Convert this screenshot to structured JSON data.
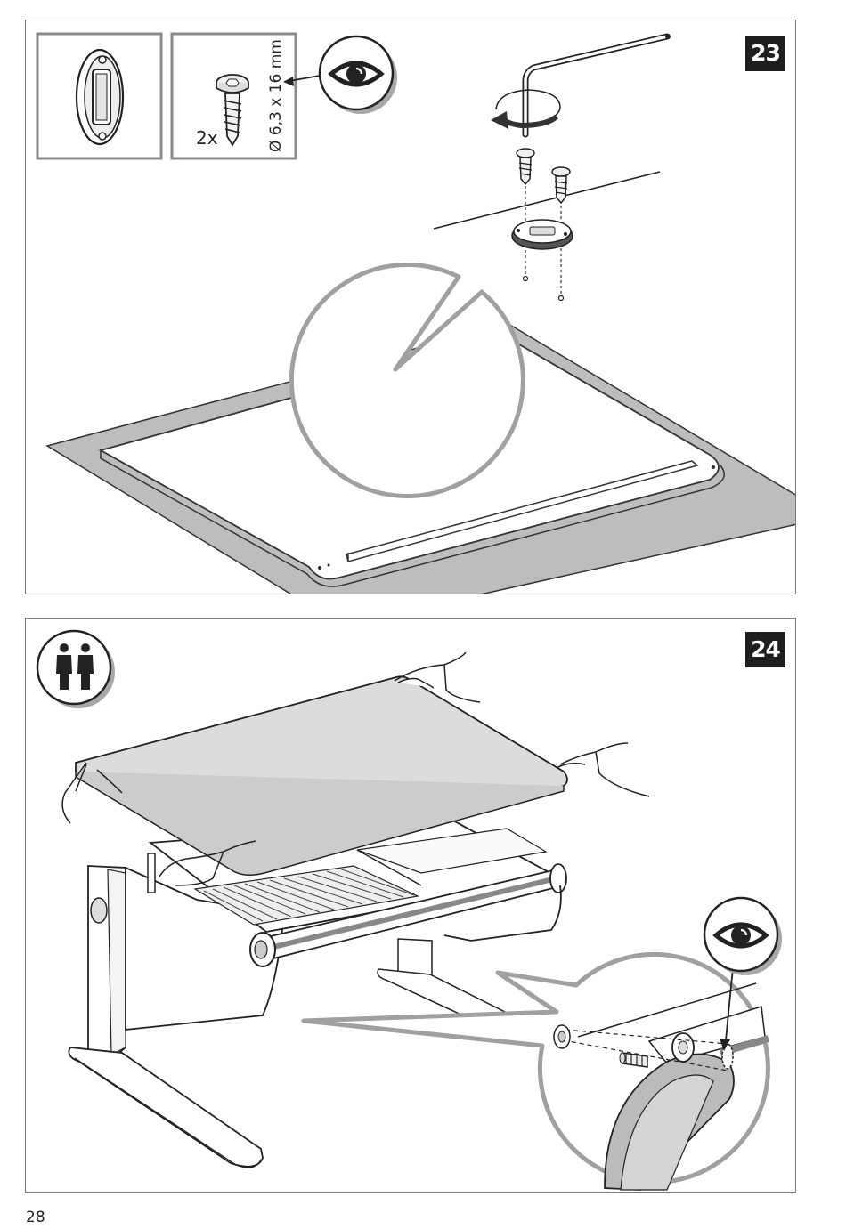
{
  "steps": [
    {
      "number": "23",
      "hardware": {
        "quantity": "2x",
        "size": "Ø 6,3 x 16 mm"
      },
      "icons": [
        "bracket-part-icon",
        "screw-icon",
        "eye-icon",
        "allen-key-icon",
        "rotation-arrow-icon"
      ]
    },
    {
      "number": "24",
      "icons": [
        "two-persons-icon",
        "eye-icon"
      ]
    }
  ],
  "page_number": "28",
  "colors": {
    "border": "#7a7a7a",
    "badge": "#1f1f1f",
    "surface": "#bdbdbd",
    "panel_light": "#eeeeee"
  }
}
